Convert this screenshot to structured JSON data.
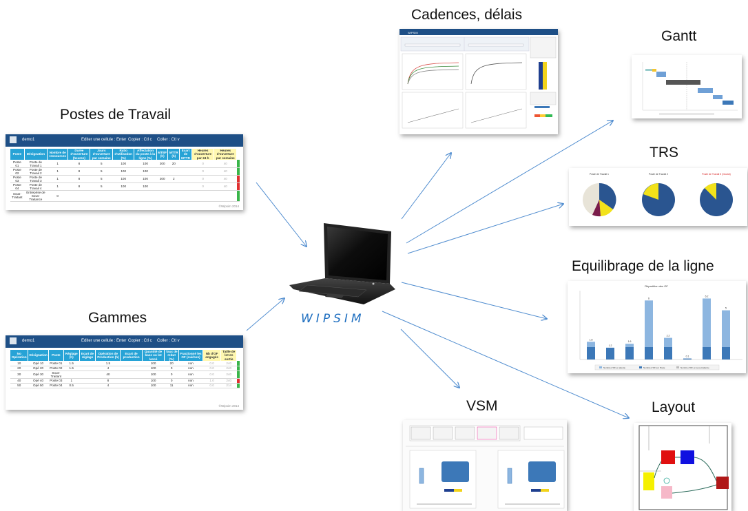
{
  "titles": {
    "cadences": "Cadences, délais",
    "gantt": "Gantt",
    "postes": "Postes de Travail",
    "trs": "TRS",
    "equilibrage": "Equilibrage de la ligne",
    "gammes": "Gammes",
    "vsm": "VSM",
    "layout": "Layout"
  },
  "laptop": {
    "brand": "WIPSIM"
  },
  "postes_sheet": {
    "file": "demo1",
    "hint1": "Editer une cellule : Enter",
    "hint2": "Copier : Ctl c",
    "hint3": "Coller : Ctl v",
    "headers": [
      "Poste",
      "Désignation",
      "Nombre de ressources",
      "Durée d'ouverture (heures)",
      "Jours d'ouverture par semaine",
      "Ratio d'utilisation (%)",
      "Affectation du poste à la ligne (%)",
      "MTBF (h)",
      "MTTR (h)",
      "Ecart de MTTR",
      "Heures d'ouverture par 24 h",
      "Heures d'ouverture par semaine"
    ],
    "rows": [
      [
        "Poste 01",
        "Poste de Travail 1",
        "1",
        "8",
        "5",
        "100",
        "100",
        "200",
        "20",
        "",
        "0",
        "40"
      ],
      [
        "Poste 02",
        "Poste de Travail 2",
        "1",
        "8",
        "5",
        "100",
        "100",
        "",
        "",
        "",
        "0",
        "40"
      ],
      [
        "Poste 03",
        "Poste de Travail 3",
        "1",
        "8",
        "5",
        "100",
        "100",
        "200",
        "2",
        "",
        "0",
        "40"
      ],
      [
        "Poste 04",
        "Poste de Travail 4",
        "1",
        "8",
        "5",
        "100",
        "100",
        "",
        "",
        "",
        "0",
        "40"
      ],
      [
        "Sous-Traitant",
        "Entreprise de Sous-Traitance",
        "0",
        "",
        "",
        "",
        "",
        "",
        "",
        "",
        "",
        ""
      ]
    ],
    "copyright": "©Wipsim 2014"
  },
  "gammes_sheet": {
    "file": "demo1",
    "hint1": "Editer une cellule : Enter",
    "hint2": "Copier : Ctl c",
    "hint3": "Coller : Ctl v",
    "headers": [
      "No Opération",
      "Désignation",
      "Poste",
      "Réglage (h)",
      "Ecart de réglage",
      "Opération de Production (h)",
      "Ecart de production",
      "Quantité de base ou lot lancé",
      "Taux de rebut (%)",
      "Fractionné les OF (oui/non)",
      "Nb d'OF engagés",
      "Taille de lot en sortie"
    ],
    "rows": [
      [
        "10",
        "Opé 10",
        "Poste 01",
        "1.5",
        "",
        "1.5",
        "",
        "100",
        "20",
        "non",
        "0.0",
        "240"
      ],
      [
        "20",
        "Opé 20",
        "Poste 02",
        "1.5",
        "",
        "4",
        "",
        "100",
        "0",
        "non",
        "0.0",
        "240"
      ],
      [
        "30",
        "Opé 30",
        "Sous-Traitant",
        "",
        "",
        "40",
        "",
        "100",
        "0",
        "non",
        "0.0",
        "240"
      ],
      [
        "40",
        "Opé 40",
        "Poste 03",
        "1",
        "",
        "8",
        "",
        "100",
        "0",
        "non",
        "1.0",
        "240"
      ],
      [
        "50",
        "Opé 50",
        "Poste 04",
        "0.5",
        "",
        "4",
        "",
        "100",
        "11",
        "non",
        "0.0",
        "214"
      ]
    ],
    "copyright": "©Wipsim 2014"
  },
  "cadences_panel": {
    "app": "WIPSIM"
  },
  "trs_panel": {
    "chart1": "Poste de Travail 1",
    "chart2": "Poste de Travail 2",
    "chart3": "Poste de Travail 3 (Goulot)"
  },
  "equilibrage_panel": {
    "chart_title": "Répartition des OF",
    "legend": [
      "Nombre d'OF en attente",
      "Nombre d'OF sur Poste",
      "Nombre d'OF en sous-traitance"
    ],
    "value_labels": [
      "1.8",
      "1.2",
      "1.6",
      "6",
      "2.2",
      "0.1",
      "6.2",
      "5"
    ]
  },
  "colors": {
    "arrow": "#4f8ccf",
    "sheet_header": "#27a3d6",
    "sheet_bar": "#1e4f86",
    "bar_dark": "#3c78b8",
    "bar_light": "#8db6e0"
  }
}
